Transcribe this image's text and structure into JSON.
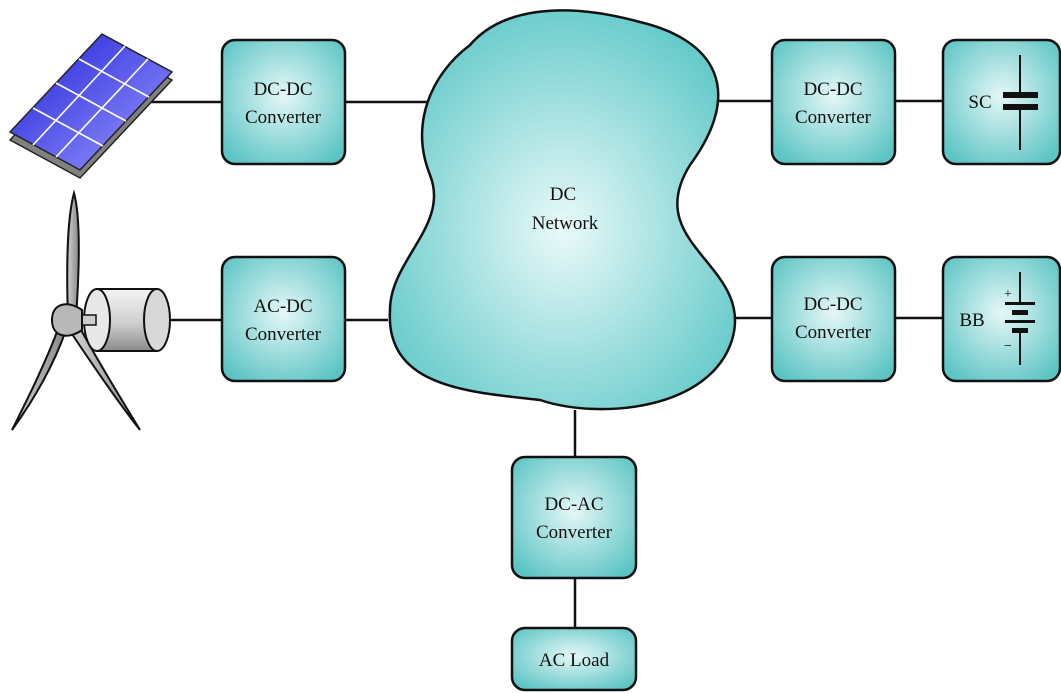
{
  "network": {
    "line1": "DC",
    "line2": "Network"
  },
  "converters": {
    "solar": {
      "line1": "DC-DC",
      "line2": "Converter"
    },
    "wind": {
      "line1": "AC-DC",
      "line2": "Converter"
    },
    "sc": {
      "line1": "DC-DC",
      "line2": "Converter"
    },
    "bb": {
      "line1": "DC-DC",
      "line2": "Converter"
    },
    "load": {
      "line1": "DC-AC",
      "line2": "Converter"
    }
  },
  "storage": {
    "sc_label": "SC",
    "bb_label": "BB",
    "bb_plus": "+",
    "bb_minus": "−"
  },
  "load": {
    "label": "AC Load"
  },
  "colors": {
    "box_fill": "#5cc4c4",
    "box_stroke": "#1a1a1a",
    "solar_panel": "#4b4bf0"
  }
}
